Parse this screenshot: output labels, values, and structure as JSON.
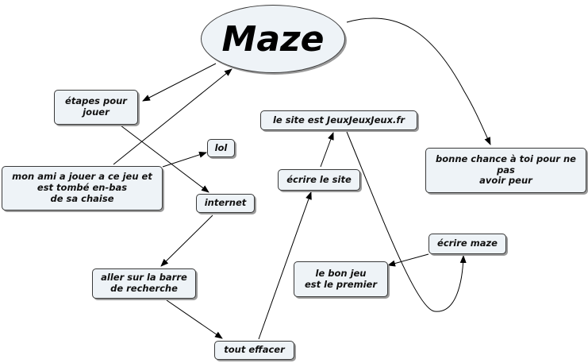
{
  "diagram": {
    "title": "Maze",
    "nodes": {
      "etapes": "étapes pour\njouer",
      "mon_ami": "mon ami a jouer a ce jeu et\nest tombé en-bas\nde sa chaise",
      "lol": "lol",
      "internet": "internet",
      "barre": "aller sur la barre\nde recherche",
      "effacer": "tout effacer",
      "ecrire_site": "écrire le site",
      "site": "le site est JeuxJeuxJeux.fr",
      "ecrire_maze": "écrire maze",
      "bon_jeu": "le bon jeu\nest le premier",
      "bonne_chance": "bonne chance à toi pour ne\npas\navoir peur"
    }
  }
}
